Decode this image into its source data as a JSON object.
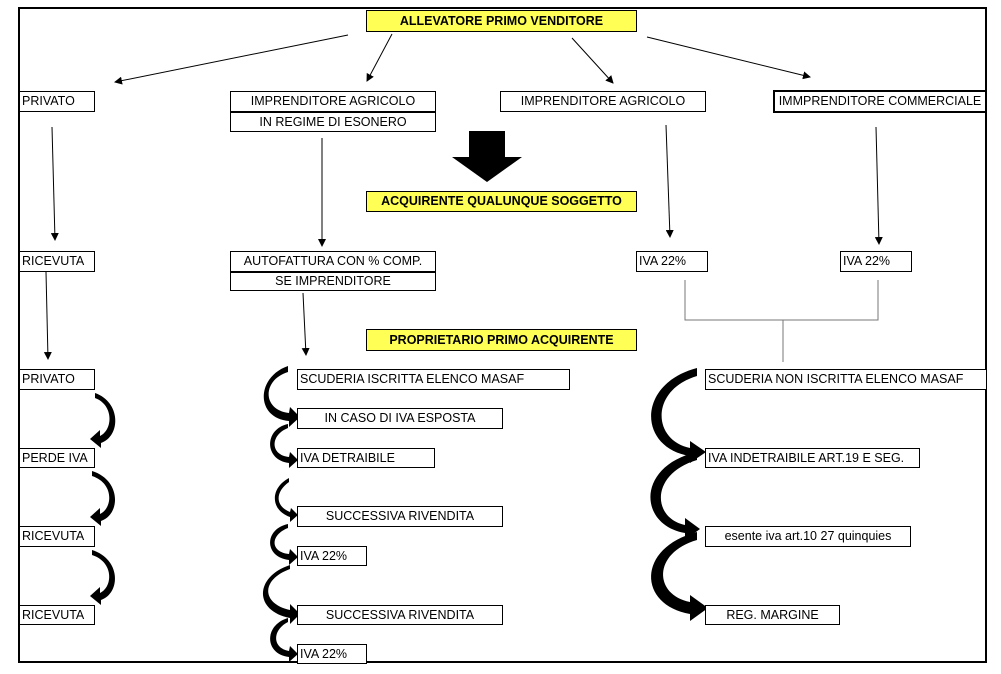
{
  "diagram": {
    "seller": "ALLEVATORE PRIMO VENDITORE",
    "buyer_heading": "ACQUIRENTE QUALUNQUE SOGGETTO",
    "owner_heading": "PROPRIETARIO PRIMO ACQUIRENTE",
    "col1": {
      "seller_type": "PRIVATO",
      "document": "RICEVUTA",
      "steps": [
        "PRIVATO",
        "PERDE IVA",
        "RICEVUTA",
        "RICEVUTA"
      ]
    },
    "col2": {
      "seller_type_line1": "IMPRENDITORE AGRICOLO",
      "seller_type_line2": "IN REGIME DI ESONERO",
      "document_line1": "AUTOFATTURA CON % COMP.",
      "document_line2": "SE IMPRENDITORE",
      "steps": [
        "SCUDERIA ISCRITTA ELENCO MASAF",
        "IN CASO DI IVA ESPOSTA",
        "IVA DETRAIBILE",
        "SUCCESSIVA RIVENDITA",
        "IVA 22%",
        "SUCCESSIVA RIVENDITA",
        "IVA 22%"
      ]
    },
    "col3": {
      "seller_type": "IMPRENDITORE AGRICOLO",
      "document": "IVA 22%"
    },
    "col4": {
      "seller_type": "IMMPRENDITORE COMMERCIALE",
      "document": "IVA 22%"
    },
    "right_steps": [
      "SCUDERIA NON ISCRITTA ELENCO MASAF",
      "IVA INDETRAIBILE ART.19 E SEG.",
      "esente iva art.10 27 quinquies",
      "REG. MARGINE"
    ],
    "colors": {
      "highlight": "#ffff55",
      "line": "#000000"
    }
  }
}
